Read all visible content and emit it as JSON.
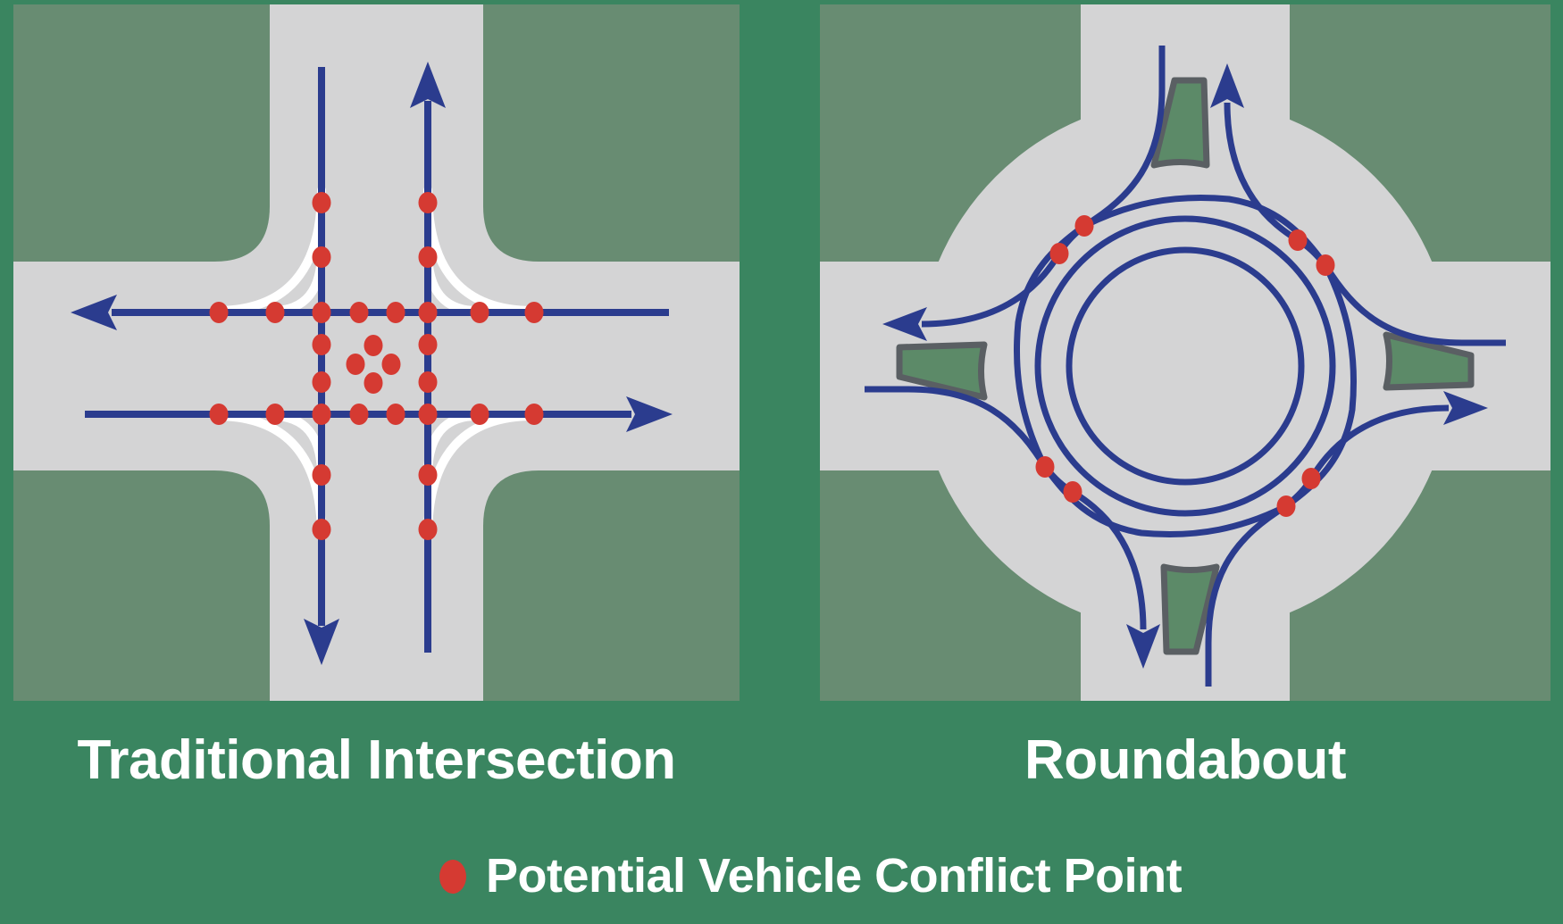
{
  "figure": {
    "type": "traffic-safety-infographic",
    "panels": [
      {
        "id": "traditional",
        "title": "Traditional Intersection",
        "conflict_point_count": 32,
        "dots": [
          [
            345,
            222
          ],
          [
            345,
            283
          ],
          [
            345,
            345
          ],
          [
            345,
            381
          ],
          [
            345,
            423
          ],
          [
            345,
            459
          ],
          [
            345,
            527
          ],
          [
            345,
            588
          ],
          [
            464,
            222
          ],
          [
            464,
            283
          ],
          [
            464,
            345
          ],
          [
            464,
            381
          ],
          [
            464,
            423
          ],
          [
            464,
            459
          ],
          [
            464,
            527
          ],
          [
            464,
            588
          ],
          [
            230,
            345
          ],
          [
            293,
            345
          ],
          [
            387,
            345
          ],
          [
            428,
            345
          ],
          [
            522,
            345
          ],
          [
            583,
            345
          ],
          [
            230,
            459
          ],
          [
            293,
            459
          ],
          [
            387,
            459
          ],
          [
            428,
            459
          ],
          [
            522,
            459
          ],
          [
            583,
            459
          ],
          [
            403,
            382
          ],
          [
            383,
            403
          ],
          [
            423,
            403
          ],
          [
            403,
            424
          ]
        ]
      },
      {
        "id": "roundabout",
        "title": "Roundabout",
        "conflict_point_count": 8,
        "dots": [
          [
            296,
            248
          ],
          [
            268,
            279
          ],
          [
            566,
            292
          ],
          [
            535,
            264
          ],
          [
            522,
            562
          ],
          [
            550,
            531
          ],
          [
            252,
            518
          ],
          [
            283,
            546
          ]
        ]
      }
    ],
    "legend": {
      "label": "Potential Vehicle Conflict Point"
    },
    "colors": {
      "bg": "#3A8560",
      "ground": "#688C72",
      "road": "#D4D4D5",
      "navy": "#2B3C8E",
      "red": "#D53A32",
      "island": "#5C8A68",
      "island-border": "#5A5F63",
      "text": "#FFFFFF"
    }
  }
}
